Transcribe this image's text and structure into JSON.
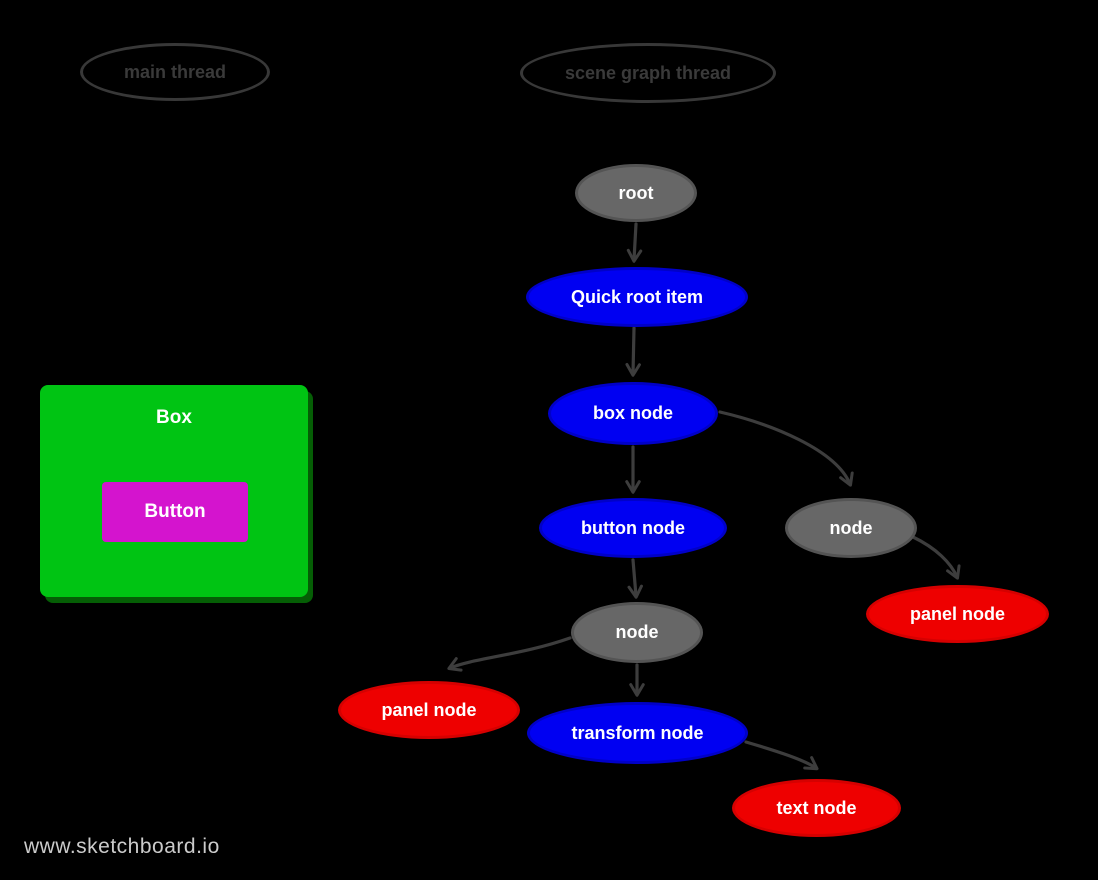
{
  "watermark": "www.sketchboard.io",
  "colors": {
    "background": "#000000",
    "arrow": "#3d3d3d",
    "lane_outline": "#383838",
    "lane_text": "#3a3a3a",
    "node_blue": "#0000f2",
    "node_blue_border": "#0000c8",
    "node_red": "#ee0000",
    "node_red_border": "#d60000",
    "node_gray": "#676767",
    "node_gray_border": "#545454",
    "box_green": "#00c413",
    "button_magenta": "#d414ce",
    "watermark": "#cbcbcb"
  },
  "lanes": [
    {
      "label": "main thread"
    },
    {
      "label": "scene graph thread"
    }
  ],
  "main_thread_ui": {
    "box_label": "Box",
    "button_label": "Button"
  },
  "scene_graph": {
    "nodes": {
      "root": {
        "label": "root",
        "color": "gray"
      },
      "quick_root_item": {
        "label": "Quick root item",
        "color": "blue"
      },
      "box_node": {
        "label": "box node",
        "color": "blue"
      },
      "button_node": {
        "label": "button node",
        "color": "blue"
      },
      "node_a": {
        "label": "node",
        "color": "gray"
      },
      "panel_node_right": {
        "label": "panel node",
        "color": "red"
      },
      "node_b": {
        "label": "node",
        "color": "gray"
      },
      "panel_node_left": {
        "label": "panel node",
        "color": "red"
      },
      "transform_node": {
        "label": "transform node",
        "color": "blue"
      },
      "text_node": {
        "label": "text node",
        "color": "red"
      }
    },
    "edges": [
      {
        "from": "root",
        "to": "quick_root_item"
      },
      {
        "from": "quick_root_item",
        "to": "box_node"
      },
      {
        "from": "box_node",
        "to": "button_node"
      },
      {
        "from": "box_node",
        "to": "node_a"
      },
      {
        "from": "node_a",
        "to": "panel_node_right"
      },
      {
        "from": "button_node",
        "to": "node_b"
      },
      {
        "from": "node_b",
        "to": "panel_node_left"
      },
      {
        "from": "node_b",
        "to": "transform_node"
      },
      {
        "from": "transform_node",
        "to": "text_node"
      }
    ]
  }
}
